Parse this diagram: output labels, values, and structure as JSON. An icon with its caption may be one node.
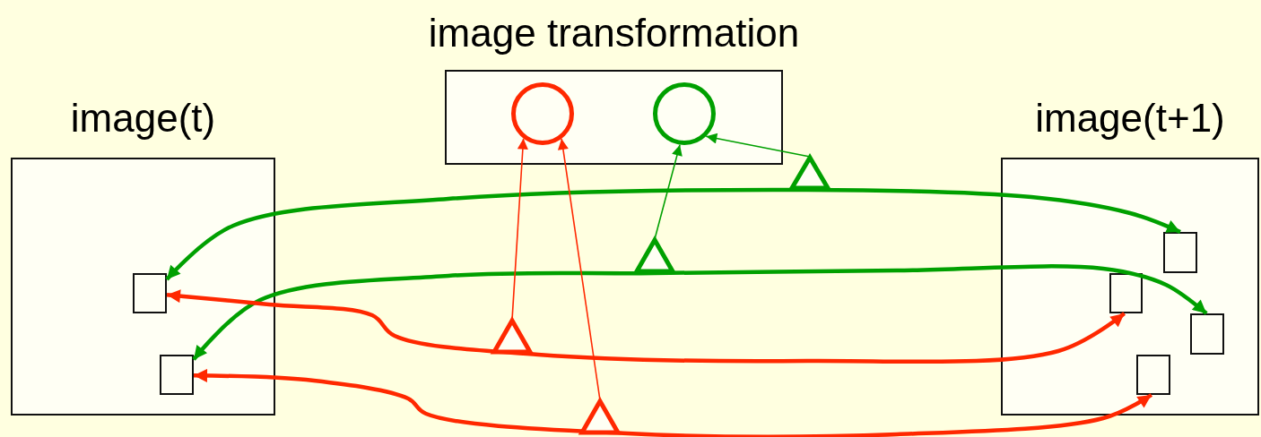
{
  "diagram": {
    "nodes": [
      {
        "text": [
          "image transformation"
        ]
      },
      {
        "text": [],
        "shape": "circle",
        "in": 0
      },
      {
        "text": [],
        "shape": "circle",
        "in": 0
      },
      {
        "text": [
          "image(t)"
        ]
      },
      {
        "text": [],
        "shape": "box",
        "in": 3
      },
      {
        "text": [],
        "shape": "box",
        "in": 3
      },
      {
        "text": [
          "image(t+1)"
        ]
      },
      {
        "text": [],
        "shape": "box",
        "in": 6
      },
      {
        "text": [],
        "shape": "box",
        "in": 6
      },
      {
        "text": [],
        "shape": "box",
        "in": 6
      },
      {
        "text": [],
        "shape": "box",
        "in": 6
      },
      {
        "text": [],
        "shape": "triangle"
      },
      {
        "text": [],
        "shape": "triangle"
      },
      {
        "text": [],
        "shape": "triangle"
      },
      {
        "text": [],
        "shape": "triangle"
      }
    ],
    "edges": [
      {
        "from": 4,
        "to": 7,
        "arrow": "both",
        "style": "thick",
        "color": "#00a000"
      },
      {
        "from": 5,
        "to": 9,
        "arrow": "both",
        "style": "thick",
        "color": "#00a000"
      },
      {
        "from": 4,
        "to": 8,
        "arrow": "both",
        "style": "thick",
        "color": "#ff2800"
      },
      {
        "from": 5,
        "to": 10,
        "arrow": "both",
        "style": "thick",
        "color": "#ff2800"
      },
      {
        "from": 11,
        "to": 2,
        "arrow": "to",
        "color": "#00a000"
      },
      {
        "from": 12,
        "to": 2,
        "arrow": "to",
        "color": "#00a000"
      },
      {
        "from": 13,
        "to": 1,
        "arrow": "to",
        "color": "#ff2800"
      },
      {
        "from": 14,
        "to": 1,
        "arrow": "to",
        "color": "#ff2800"
      }
    ]
  }
}
